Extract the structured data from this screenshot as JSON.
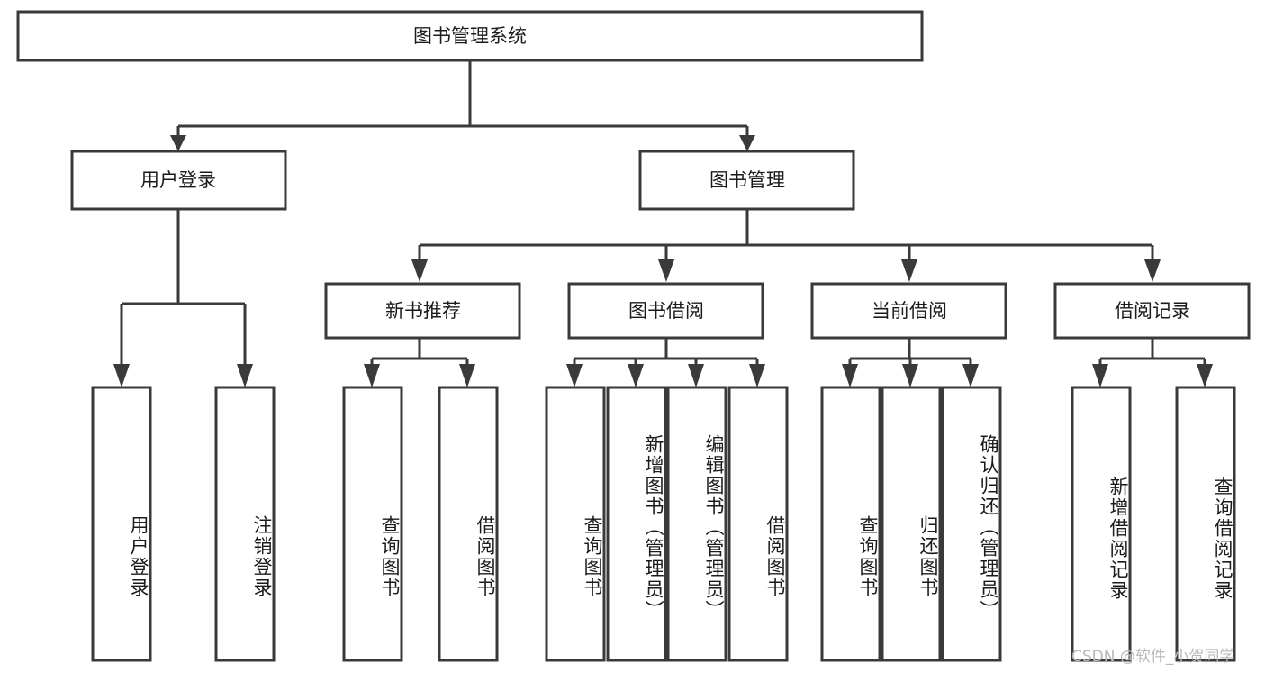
{
  "diagram": {
    "title": "图书管理系统",
    "watermark": "CSDN @软件_小贺同学",
    "type": "tree",
    "orientation": "top-down",
    "levels": 4,
    "colors": {
      "box_stroke": "#3a3a3a",
      "box_fill": "#ffffff",
      "connector": "#3a3a3a",
      "text": "#1b1b1b",
      "watermark": "#b9b9b9",
      "background": "#ffffff"
    },
    "root": {
      "label": "图书管理系统"
    },
    "level2": [
      {
        "label": "用户登录"
      },
      {
        "label": "图书管理"
      }
    ],
    "level3": [
      {
        "label": "新书推荐"
      },
      {
        "label": "图书借阅"
      },
      {
        "label": "当前借阅"
      },
      {
        "label": "借阅记录"
      }
    ],
    "leaves": {
      "user_login": [
        {
          "label": "用户登录"
        },
        {
          "label": "注销登录"
        }
      ],
      "new_book_recommend": [
        {
          "label": "查询图书"
        },
        {
          "label": "借阅图书"
        }
      ],
      "book_borrow": [
        {
          "label": "查询图书"
        },
        {
          "label": "新增图书（管理员）"
        },
        {
          "label": "编辑图书（管理员）"
        },
        {
          "label": "借阅图书"
        }
      ],
      "current_borrow": [
        {
          "label": "查询图书"
        },
        {
          "label": "归还图书"
        },
        {
          "label": "确认归还（管理员）"
        }
      ],
      "borrow_record": [
        {
          "label": "新增借阅记录"
        },
        {
          "label": "查询借阅记录"
        }
      ]
    }
  }
}
